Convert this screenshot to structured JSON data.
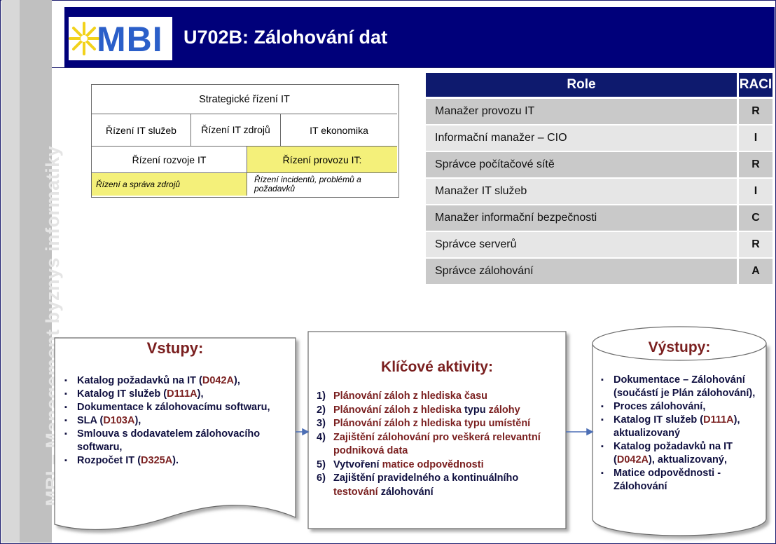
{
  "sidebar": {
    "text": "MBI – Management byznys informatiky"
  },
  "header": {
    "logo": "MBI",
    "title": "U702B: Zálohování dat"
  },
  "org": {
    "strategic": "Strategické řízení IT",
    "services": "Řízení IT služeb",
    "resources": "Řízení IT zdrojů",
    "economics": "IT ekonomika",
    "development": "Řízení rozvoje IT",
    "operations": "Řízení provozu IT:",
    "resource_mgmt": "Řízení a správa zdrojů",
    "incidents": "Řízení incidentů, problémů a požadavků"
  },
  "raci": {
    "header_role": "Role",
    "header_raci": "RACI",
    "rows": [
      {
        "role": "Manažer provozu IT",
        "value": "R"
      },
      {
        "role": "Informační manažer – CIO",
        "value": "I"
      },
      {
        "role": "Správce počítačové sítě",
        "value": "R"
      },
      {
        "role": "Manažer IT služeb",
        "value": "I"
      },
      {
        "role": "Manažer informační bezpečnosti",
        "value": "C"
      },
      {
        "role": "Správce serverů",
        "value": "R"
      },
      {
        "role": "Správce zálohování",
        "value": "A"
      }
    ]
  },
  "inputs": {
    "title": "Vstupy:",
    "items": [
      {
        "text": "Katalog požadavků na IT (",
        "code": "D042A",
        "tail": "),"
      },
      {
        "text": "Katalog IT služeb (",
        "code": "D111A",
        "tail": "),"
      },
      {
        "text": "Dokumentace k zálohovacímu softwaru,",
        "code": "",
        "tail": ""
      },
      {
        "text": "SLA (",
        "code": "D103A",
        "tail": "),"
      },
      {
        "text": "Smlouva s dodavatelem zálohovacího softwaru,",
        "code": "",
        "tail": ""
      },
      {
        "text": "Rozpočet IT (",
        "code": "D325A",
        "tail": ")."
      }
    ]
  },
  "activities": {
    "title": "Klíčové aktivity:",
    "items": [
      {
        "num": "1)",
        "parts": [
          "Plánování záloh z hlediska času"
        ]
      },
      {
        "num": "2)",
        "parts": [
          "Plánování záloh z hlediska ",
          "typu",
          " zálohy"
        ]
      },
      {
        "num": "3)",
        "parts": [
          "Plánování záloh z hlediska typu umístění"
        ]
      },
      {
        "num": "4)",
        "parts": [
          "Zajištění zálohování pro veškerá relevantní podniková data"
        ]
      },
      {
        "num": "5)",
        "parts": [
          "Vytvoření ",
          "matice odpovědnosti"
        ]
      },
      {
        "num": "6)",
        "parts": [
          "Zajištění pravidelného a kontinuálního ",
          "testování",
          " zálohování"
        ]
      }
    ]
  },
  "outputs": {
    "title": "Výstupy:",
    "items": [
      {
        "text": "Dokumentace – Zálohování (součástí je Plán zálohování),",
        "code": "",
        "tail": ""
      },
      {
        "text": "Proces zálohování,",
        "code": "",
        "tail": ""
      },
      {
        "text": "Katalog IT služeb (",
        "code": "D111A",
        "tail": "), aktualizovaný"
      },
      {
        "text": "Katalog požadavků na IT (",
        "code": "D042A",
        "tail": "), aktualizovaný,"
      },
      {
        "text": "Matice odpovědnosti - Zálohování",
        "code": "",
        "tail": ""
      }
    ]
  },
  "colors": {
    "header_bg": "#00007a",
    "highlight_yellow": "#f4f07a",
    "code_red": "#7a1f1f",
    "raci_header": "#0e1a6e"
  }
}
